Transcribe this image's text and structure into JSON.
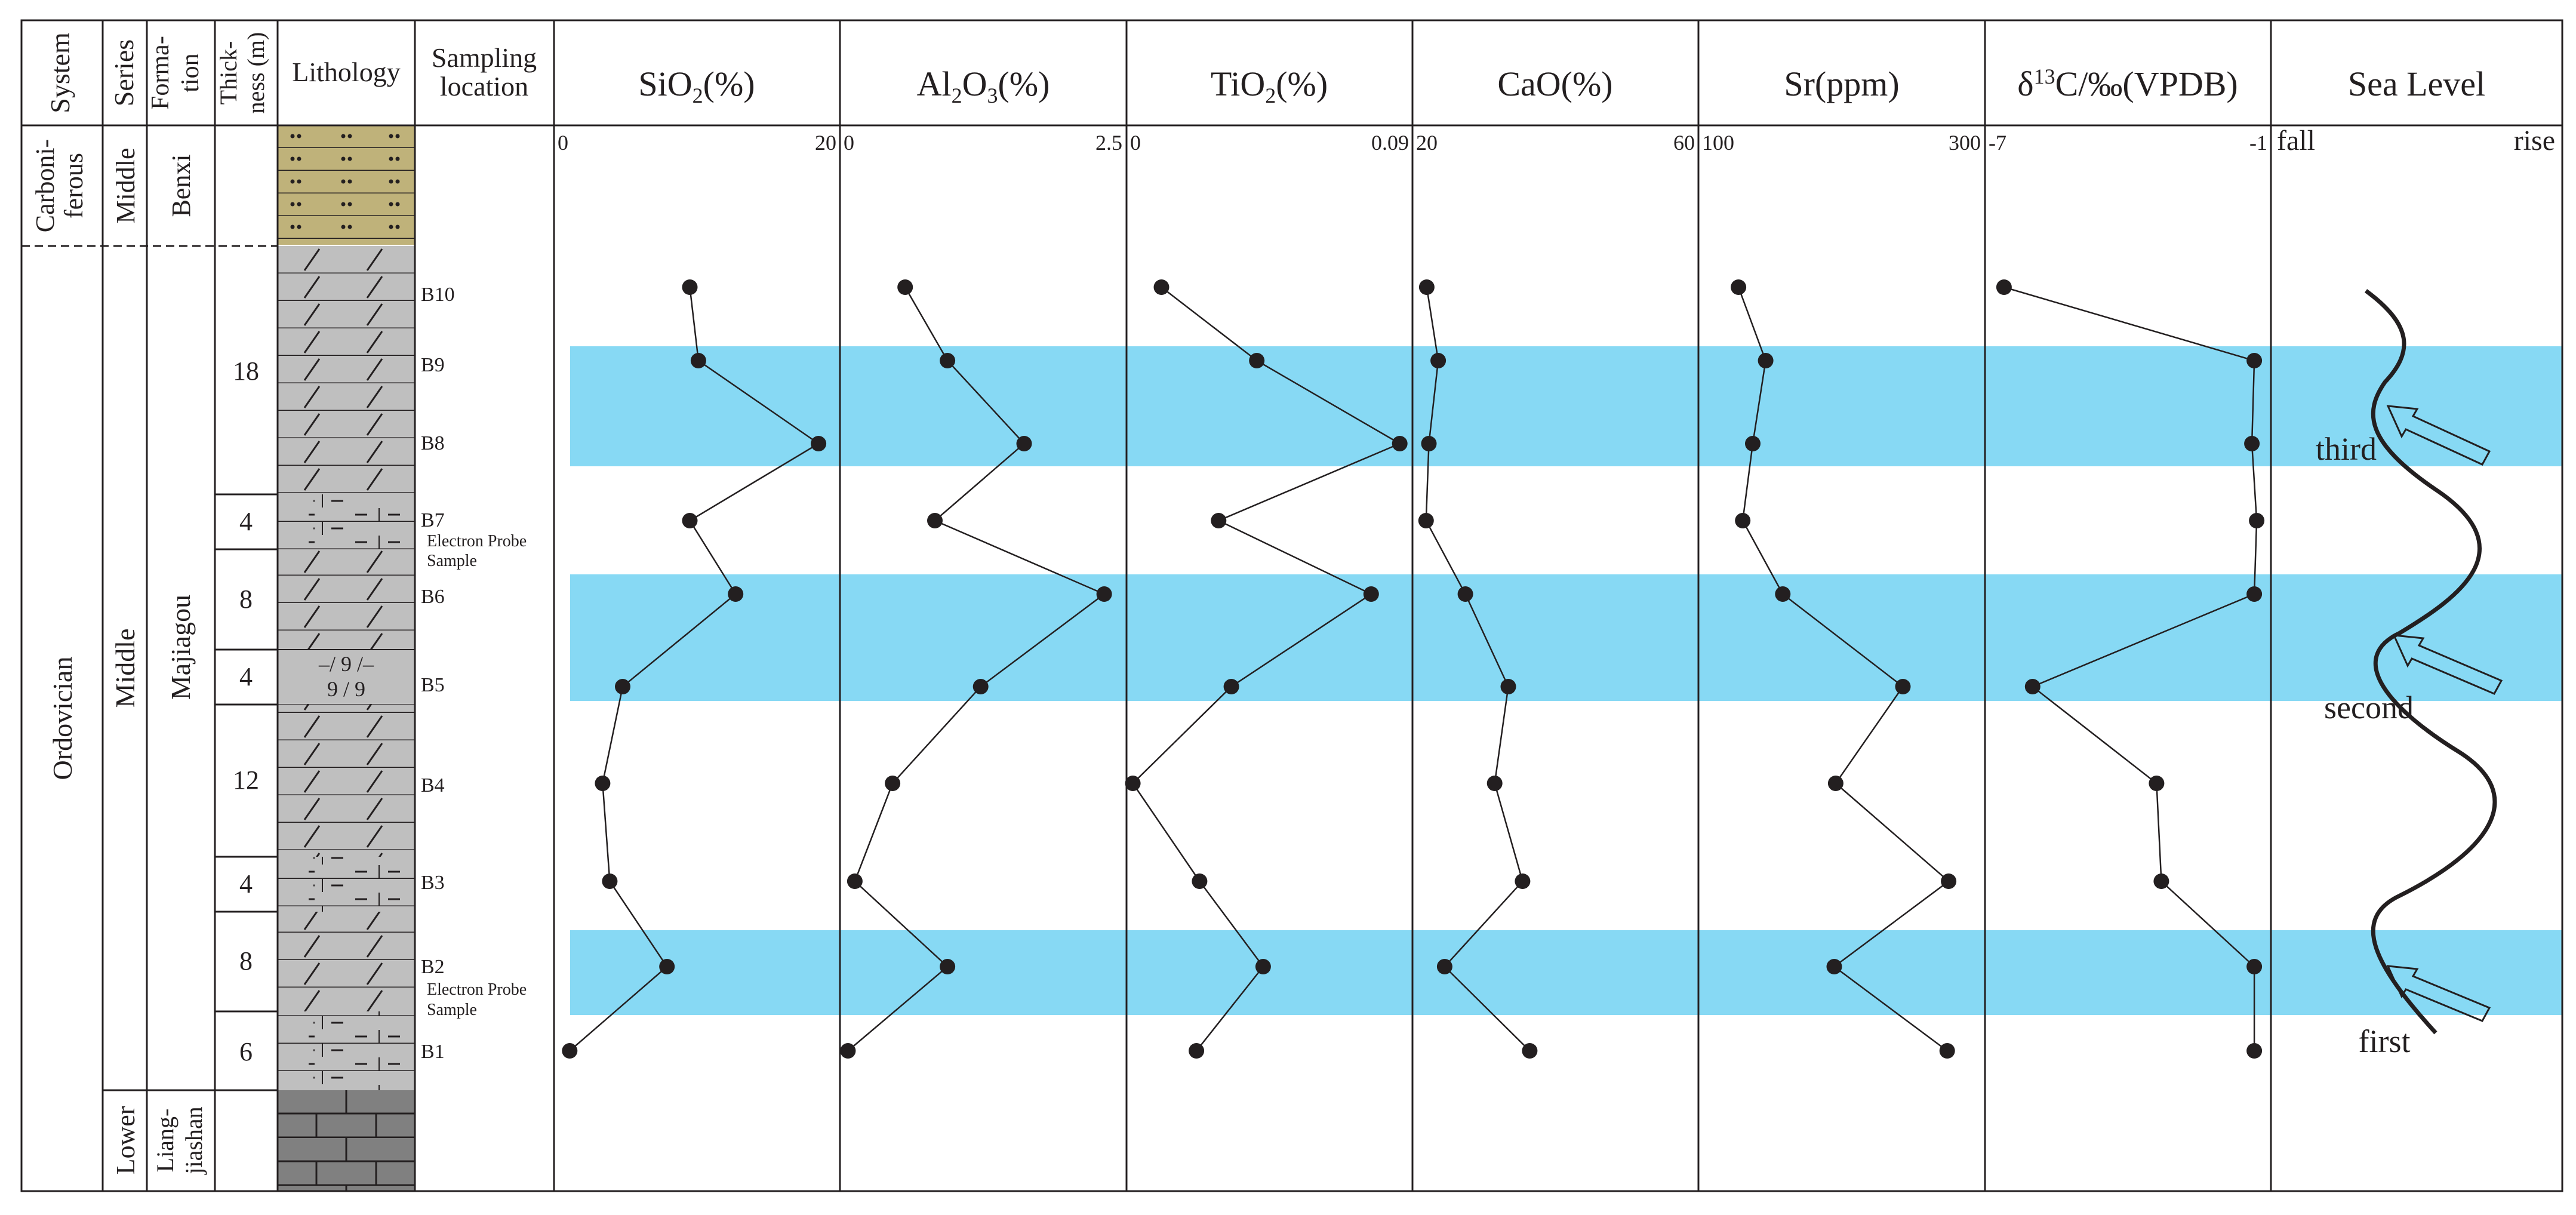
{
  "headers": {
    "system": "System",
    "series": "Series",
    "formation_1": "Forma-",
    "formation_2": "tion",
    "thickness_1": "Thick-",
    "thickness_2": "ness (m)",
    "lithology": "Lithology",
    "sampling_1": "Sampling",
    "sampling_2": "location",
    "sio2": {
      "main": "SiO",
      "sub": "2",
      "tail": "(%)"
    },
    "al2o3": {
      "p1": "Al",
      "s1": "2",
      "p2": "O",
      "s2": "3",
      "tail": "(%)"
    },
    "tio2": {
      "main": "TiO",
      "sub": "2",
      "tail": "(%)"
    },
    "cao": "CaO(%)",
    "sr": "Sr(ppm)",
    "d13c": {
      "pre": "δ",
      "sup": "13",
      "tail": "C/‰(VPDB)"
    },
    "sea_level": "Sea Level"
  },
  "stratigraphy": {
    "systems": {
      "carboniferous_1": "Carboni-",
      "carboniferous_2": "ferous",
      "ordovician": "Ordovician"
    },
    "series": {
      "upper_middle": "Middle",
      "ordovician_middle": "Middle",
      "lower": "Lower"
    },
    "formations": {
      "benxi": "Benxi",
      "majiagou": "Majiagou",
      "liangjiashan_1": "Liang-",
      "liangjiashan_2": "jiashan"
    },
    "thicknesses": [
      "18",
      "4",
      "8",
      "4",
      "12",
      "4",
      "8",
      "6"
    ]
  },
  "samples": {
    "labels": [
      "B10",
      "B9",
      "B8",
      "B7",
      "B6",
      "B5",
      "B4",
      "B3",
      "B2",
      "B1"
    ],
    "note_line1": "Electron Probe",
    "note_line2": "Sample"
  },
  "sea_level": {
    "fall_label": "fall",
    "rise_label": "rise",
    "cycles": [
      "third",
      "second",
      "first"
    ]
  },
  "colors": {
    "band": "#87d9f4",
    "limestone": "#bfbfbf",
    "sandstone": "#bfb27a",
    "shale": "#808080",
    "ink": "#231f20"
  },
  "chart_data": {
    "type": "line",
    "samples": [
      "B10",
      "B9",
      "B8",
      "B7",
      "B6",
      "B5",
      "B4",
      "B3",
      "B2",
      "B1"
    ],
    "series": [
      {
        "name": "SiO2(%)",
        "axis_min": "0",
        "axis_max": "20",
        "xlim": [
          0,
          20
        ],
        "values": [
          9.5,
          10.1,
          18.5,
          9.5,
          12.7,
          4.8,
          3.4,
          3.9,
          7.9,
          1.1
        ]
      },
      {
        "name": "Al2O3(%)",
        "axis_min": "0",
        "axis_max": "2.5",
        "xlim": [
          0,
          2.5
        ],
        "values": [
          0.57,
          0.94,
          1.61,
          0.83,
          2.31,
          1.23,
          0.46,
          0.13,
          0.94,
          0.07
        ]
      },
      {
        "name": "TiO2(%)",
        "axis_min": "0",
        "axis_max": "0.09",
        "xlim": [
          0,
          0.09
        ],
        "values": [
          0.011,
          0.041,
          0.086,
          0.029,
          0.077,
          0.033,
          0.002,
          0.023,
          0.043,
          0.022
        ]
      },
      {
        "name": "CaO(%)",
        "axis_min": "20",
        "axis_max": "60",
        "xlim": [
          20,
          60
        ],
        "values": [
          22,
          23.6,
          22.3,
          21.9,
          27.4,
          33.4,
          31.5,
          35.4,
          24.5,
          36.4
        ]
      },
      {
        "name": "Sr(ppm)",
        "axis_min": "100",
        "axis_max": "300",
        "xlim": [
          100,
          300
        ],
        "values": [
          128,
          147,
          138,
          131,
          159,
          243,
          196,
          275,
          195,
          274
        ]
      },
      {
        "name": "δ13C/‰(VPDB)",
        "axis_min": "-7",
        "axis_max": "-1",
        "xlim": [
          -7,
          -1
        ],
        "values": [
          -6.6,
          -1.35,
          -1.4,
          -1.3,
          -1.35,
          -6.0,
          -3.4,
          -3.3,
          -1.35,
          -1.35
        ]
      }
    ]
  }
}
